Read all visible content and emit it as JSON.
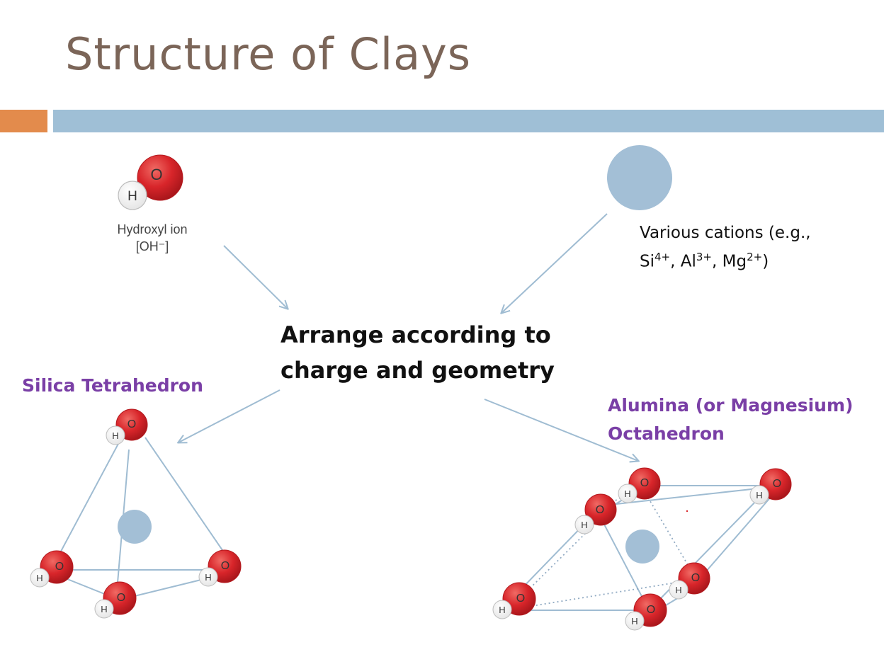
{
  "slide": {
    "title": "Structure of Clays"
  },
  "hydroxyl": {
    "o_glyph": "O",
    "h_glyph": "H",
    "name": "Hydroxyl ion",
    "formula": "[OH⁻]"
  },
  "cations": {
    "line1": "Various cations (e.g.,",
    "si": "Si",
    "si_charge": "4+",
    "sep1": ", Al",
    "al_charge": "3+",
    "sep2": ", Mg",
    "mg_charge": "2+",
    "close": ")"
  },
  "center": {
    "line1": "Arrange according to",
    "line2": "charge and geometry"
  },
  "silica": {
    "label": "Silica Tetrahedron"
  },
  "alumina": {
    "line1": "Alumina (or Magnesium)",
    "line2": "Octahedron"
  },
  "atom_glyphs": {
    "oxygen": "O",
    "hydrogen": "H"
  },
  "colors": {
    "title": "#7b6558",
    "accent_orange": "#e38b4c",
    "accent_blue": "#9fbfd6",
    "oxygen_red": "#d8252a",
    "cation_blue": "#a3bfd6",
    "label_purple": "#7a3fa6"
  }
}
